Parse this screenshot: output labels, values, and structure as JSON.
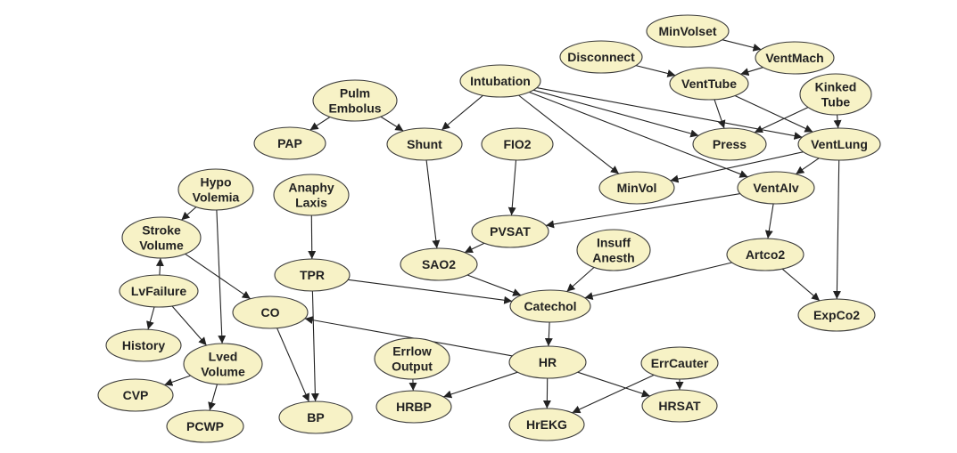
{
  "colors": {
    "node_fill": "#f7f2c6",
    "node_stroke": "#3a3a3a",
    "edge": "#222222"
  },
  "nodes": [
    {
      "id": "MinVolset",
      "lines": [
        "MinVolset"
      ]
    },
    {
      "id": "Disconnect",
      "lines": [
        "Disconnect"
      ]
    },
    {
      "id": "VentMach",
      "lines": [
        "VentMach"
      ]
    },
    {
      "id": "Intubation",
      "lines": [
        "Intubation"
      ]
    },
    {
      "id": "VentTube",
      "lines": [
        "VentTube"
      ]
    },
    {
      "id": "KinkedTube",
      "lines": [
        "Kinked",
        "Tube"
      ]
    },
    {
      "id": "PulmEmbolus",
      "lines": [
        "Pulm",
        "Embolus"
      ]
    },
    {
      "id": "PAP",
      "lines": [
        "PAP"
      ]
    },
    {
      "id": "Shunt",
      "lines": [
        "Shunt"
      ]
    },
    {
      "id": "FIO2",
      "lines": [
        "FIO2"
      ]
    },
    {
      "id": "Press",
      "lines": [
        "Press"
      ]
    },
    {
      "id": "VentLung",
      "lines": [
        "VentLung"
      ]
    },
    {
      "id": "HypoVolemia",
      "lines": [
        "Hypo",
        "Volemia"
      ]
    },
    {
      "id": "AnaphyLaxis",
      "lines": [
        "Anaphy",
        "Laxis"
      ]
    },
    {
      "id": "MinVol",
      "lines": [
        "MinVol"
      ]
    },
    {
      "id": "VentAlv",
      "lines": [
        "VentAlv"
      ]
    },
    {
      "id": "StrokeVolume",
      "lines": [
        "Stroke",
        "Volume"
      ]
    },
    {
      "id": "PVSAT",
      "lines": [
        "PVSAT"
      ]
    },
    {
      "id": "InsuffAnesth",
      "lines": [
        "Insuff",
        "Anesth"
      ]
    },
    {
      "id": "SAO2",
      "lines": [
        "SAO2"
      ]
    },
    {
      "id": "Artco2",
      "lines": [
        "Artco2"
      ]
    },
    {
      "id": "TPR",
      "lines": [
        "TPR"
      ]
    },
    {
      "id": "LvFailure",
      "lines": [
        "LvFailure"
      ]
    },
    {
      "id": "CO",
      "lines": [
        "CO"
      ]
    },
    {
      "id": "Catechol",
      "lines": [
        "Catechol"
      ]
    },
    {
      "id": "ExpCo2",
      "lines": [
        "ExpCo2"
      ]
    },
    {
      "id": "History",
      "lines": [
        "History"
      ]
    },
    {
      "id": "LvedVolume",
      "lines": [
        "Lved",
        "Volume"
      ]
    },
    {
      "id": "ErrlowOutput",
      "lines": [
        "Errlow",
        "Output"
      ]
    },
    {
      "id": "HR",
      "lines": [
        "HR"
      ]
    },
    {
      "id": "ErrCauter",
      "lines": [
        "ErrCauter"
      ]
    },
    {
      "id": "CVP",
      "lines": [
        "CVP"
      ]
    },
    {
      "id": "HRBP",
      "lines": [
        "HRBP"
      ]
    },
    {
      "id": "HRSAT",
      "lines": [
        "HRSAT"
      ]
    },
    {
      "id": "BP",
      "lines": [
        "BP"
      ]
    },
    {
      "id": "HrEKG",
      "lines": [
        "HrEKG"
      ]
    },
    {
      "id": "PCWP",
      "lines": [
        "PCWP"
      ]
    }
  ],
  "edges": [
    [
      "MinVolset",
      "VentMach"
    ],
    [
      "Disconnect",
      "VentTube"
    ],
    [
      "VentMach",
      "VentTube"
    ],
    [
      "VentTube",
      "Press"
    ],
    [
      "VentTube",
      "VentLung"
    ],
    [
      "KinkedTube",
      "Press"
    ],
    [
      "KinkedTube",
      "VentLung"
    ],
    [
      "Intubation",
      "Shunt"
    ],
    [
      "Intubation",
      "Press"
    ],
    [
      "Intubation",
      "VentLung"
    ],
    [
      "Intubation",
      "MinVol"
    ],
    [
      "Intubation",
      "VentAlv"
    ],
    [
      "PulmEmbolus",
      "PAP"
    ],
    [
      "PulmEmbolus",
      "Shunt"
    ],
    [
      "VentLung",
      "MinVol"
    ],
    [
      "VentLung",
      "VentAlv"
    ],
    [
      "VentLung",
      "ExpCo2"
    ],
    [
      "Shunt",
      "SAO2"
    ],
    [
      "FIO2",
      "PVSAT"
    ],
    [
      "VentAlv",
      "PVSAT"
    ],
    [
      "VentAlv",
      "Artco2"
    ],
    [
      "PVSAT",
      "SAO2"
    ],
    [
      "SAO2",
      "Catechol"
    ],
    [
      "InsuffAnesth",
      "Catechol"
    ],
    [
      "Artco2",
      "Catechol"
    ],
    [
      "Artco2",
      "ExpCo2"
    ],
    [
      "AnaphyLaxis",
      "TPR"
    ],
    [
      "TPR",
      "Catechol"
    ],
    [
      "TPR",
      "BP"
    ],
    [
      "Catechol",
      "HR"
    ],
    [
      "HR",
      "CO"
    ],
    [
      "HR",
      "HRBP"
    ],
    [
      "HR",
      "HrEKG"
    ],
    [
      "HR",
      "HRSAT"
    ],
    [
      "ErrlowOutput",
      "HRBP"
    ],
    [
      "ErrCauter",
      "HRSAT"
    ],
    [
      "ErrCauter",
      "HrEKG"
    ],
    [
      "HypoVolemia",
      "StrokeVolume"
    ],
    [
      "HypoVolemia",
      "LvedVolume"
    ],
    [
      "LvFailure",
      "StrokeVolume"
    ],
    [
      "LvFailure",
      "History"
    ],
    [
      "LvFailure",
      "LvedVolume"
    ],
    [
      "StrokeVolume",
      "CO"
    ],
    [
      "CO",
      "BP"
    ],
    [
      "LvedVolume",
      "CVP"
    ],
    [
      "LvedVolume",
      "PCWP"
    ]
  ]
}
